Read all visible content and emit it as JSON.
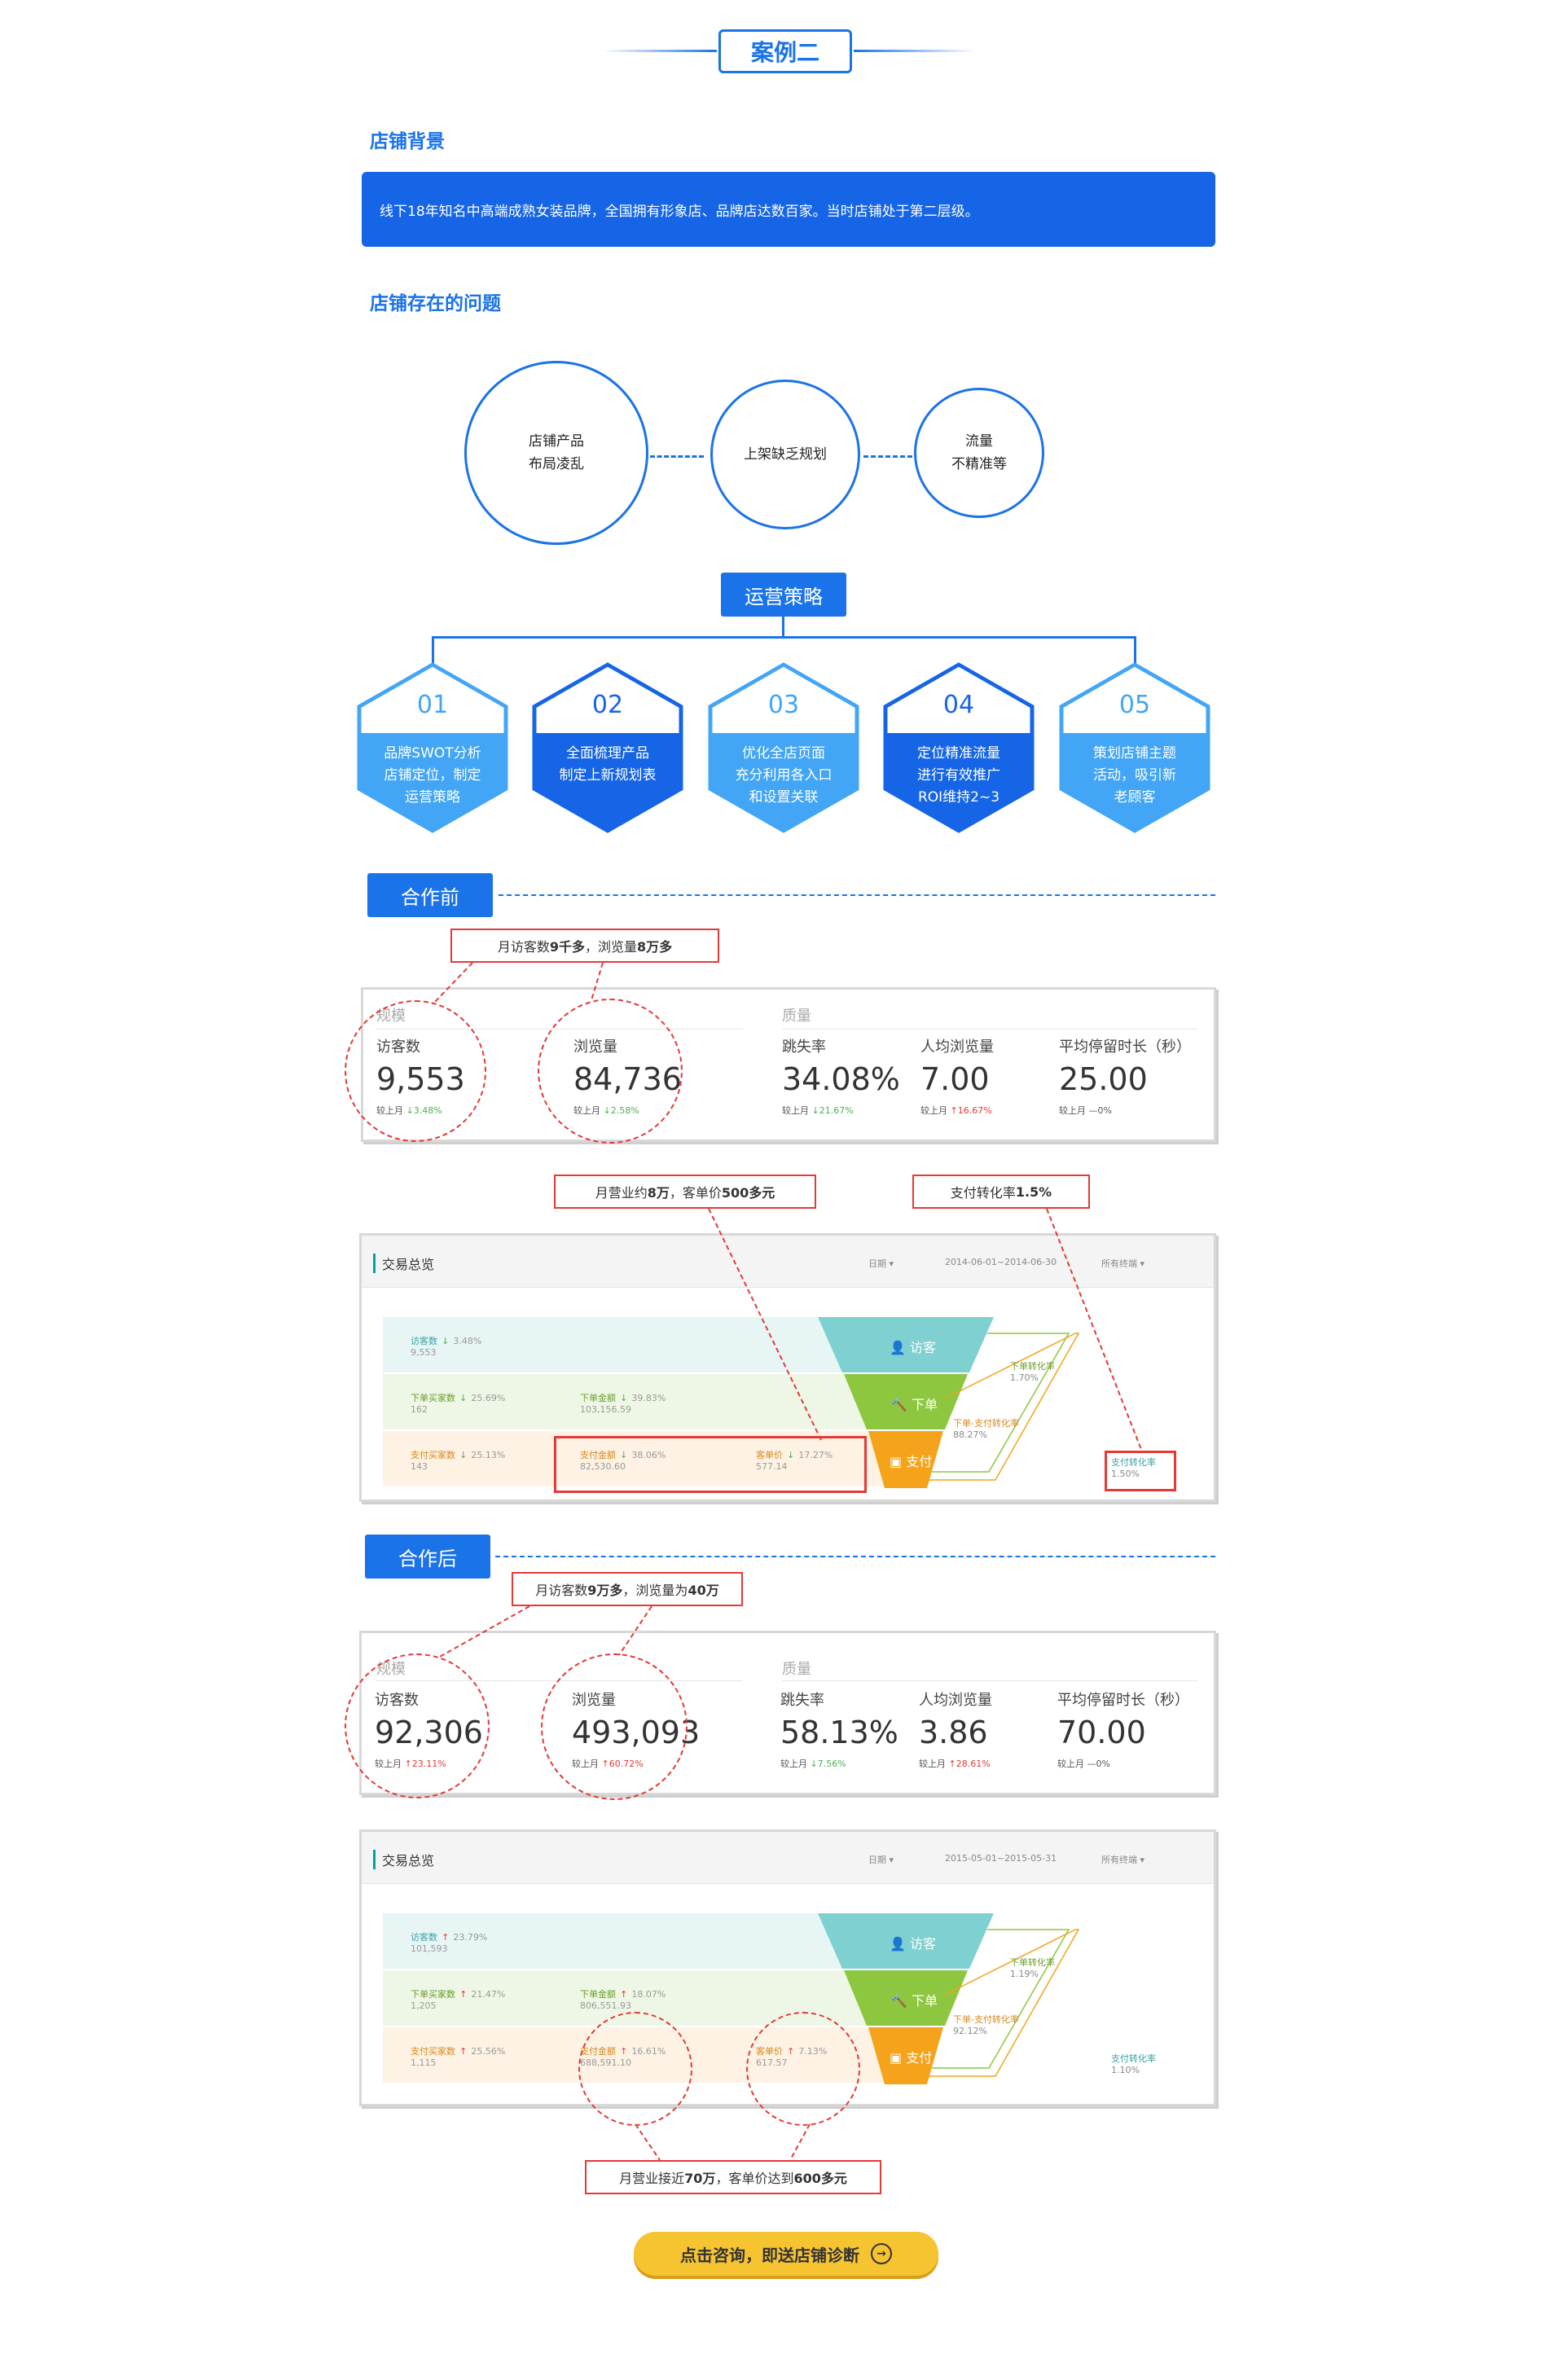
{
  "case": {
    "title": "案例二"
  },
  "background": {
    "heading": "店铺背景",
    "text": "线下18年知名中高端成熟女装品牌，全国拥有形象店、品牌店达数百家。当时店铺处于第二层级。"
  },
  "problems": {
    "heading": "店铺存在的问题",
    "items": [
      {
        "line1": "店铺产品",
        "line2": "布局凌乱"
      },
      {
        "line1": "上架缺乏规划",
        "line2": ""
      },
      {
        "line1": "流量",
        "line2": "不精准等"
      }
    ]
  },
  "strategy": {
    "title": "运营策略",
    "items": [
      {
        "num": "01",
        "l1": "品牌SWOT分析",
        "l2": "店铺定位，制定",
        "l3": "运营策略",
        "style": "light"
      },
      {
        "num": "02",
        "l1": "全面梳理产品",
        "l2": "制定上新规划表",
        "l3": "",
        "style": "dark"
      },
      {
        "num": "03",
        "l1": "优化全店页面",
        "l2": "充分利用各入口",
        "l3": "和设置关联",
        "style": "light"
      },
      {
        "num": "04",
        "l1": "定位精准流量",
        "l2": "进行有效推广",
        "l3": "ROI维持2~3",
        "style": "dark"
      },
      {
        "num": "05",
        "l1": "策划店铺主题",
        "l2": "活动，吸引新",
        "l3": "老顾客",
        "style": "light"
      }
    ],
    "colors": {
      "light": "#42a5f5",
      "dark": "#1565e6"
    }
  },
  "before": {
    "label": "合作前",
    "note1": {
      "pre": "月访客数",
      "b1": "9千多",
      "mid": "，浏览量",
      "b2": "8万多"
    },
    "note2": {
      "pre": "月营业约",
      "b1": "8万",
      "mid": "，客单价",
      "b2": "500多元"
    },
    "note3": {
      "pre": "支付转化率",
      "b1": "1.5%"
    },
    "scale_label": "规模",
    "quality_label": "质量",
    "metrics": [
      {
        "label": "访客数",
        "value": "9,553",
        "cmp": "较上月",
        "arrow": "↓",
        "pct": "3.48%",
        "dir": "down"
      },
      {
        "label": "浏览量",
        "value": "84,736",
        "cmp": "较上月",
        "arrow": "↓",
        "pct": "2.58%",
        "dir": "down"
      },
      {
        "label": "跳失率",
        "value": "34.08%",
        "cmp": "较上月",
        "arrow": "↓",
        "pct": "21.67%",
        "dir": "down"
      },
      {
        "label": "人均浏览量",
        "value": "7.00",
        "cmp": "较上月",
        "arrow": "↑",
        "pct": "16.67%",
        "dir": "up"
      },
      {
        "label": "平均停留时长（秒）",
        "value": "25.00",
        "cmp": "较上月",
        "arrow": "—",
        "pct": "0%",
        "dir": "flat"
      }
    ],
    "trade": {
      "title": "交易总览",
      "date_label": "日期",
      "date_range": "2014-06-01~2014-06-30",
      "terminal": "所有终端",
      "rows": [
        [
          {
            "name": "访客数",
            "arrow": "↓",
            "pct": "3.48%",
            "val": "9,553"
          }
        ],
        [
          {
            "name": "下单买家数",
            "arrow": "↓",
            "pct": "25.69%",
            "val": "162"
          },
          {
            "name": "下单金额",
            "arrow": "↓",
            "pct": "39.83%",
            "val": "103,156.59"
          }
        ],
        [
          {
            "name": "支付买家数",
            "arrow": "↓",
            "pct": "25.13%",
            "val": "143"
          },
          {
            "name": "支付金额",
            "arrow": "↓",
            "pct": "38.06%",
            "val": "82,530.60"
          },
          {
            "name": "客单价",
            "arrow": "↓",
            "pct": "17.27%",
            "val": "577.14"
          }
        ]
      ],
      "funnel": {
        "visit": "访客",
        "order": "下单",
        "pay": "支付"
      },
      "conv": {
        "order_label": "下单转化率",
        "order_val": "1.70%",
        "op_label": "下单-支付转化率",
        "op_val": "88.27%",
        "pay_label": "支付转化率",
        "pay_val": "1.50%"
      }
    }
  },
  "after": {
    "label": "合作后",
    "note1": {
      "pre": "月访客数",
      "b1": "9万多",
      "mid": "，浏览量为",
      "b2": "40万"
    },
    "note2": {
      "pre": "月营业接近",
      "b1": "70万",
      "mid": "，客单价达到",
      "b2": "600多元"
    },
    "scale_label": "规模",
    "quality_label": "质量",
    "metrics": [
      {
        "label": "访客数",
        "value": "92,306",
        "cmp": "较上月",
        "arrow": "↑",
        "pct": "23.11%",
        "dir": "up"
      },
      {
        "label": "浏览量",
        "value": "493,093",
        "cmp": "较上月",
        "arrow": "↑",
        "pct": "60.72%",
        "dir": "up"
      },
      {
        "label": "跳失率",
        "value": "58.13%",
        "cmp": "较上月",
        "arrow": "↓",
        "pct": "7.56%",
        "dir": "down"
      },
      {
        "label": "人均浏览量",
        "value": "3.86",
        "cmp": "较上月",
        "arrow": "↑",
        "pct": "28.61%",
        "dir": "up"
      },
      {
        "label": "平均停留时长（秒）",
        "value": "70.00",
        "cmp": "较上月",
        "arrow": "—",
        "pct": "0%",
        "dir": "flat"
      }
    ],
    "trade": {
      "title": "交易总览",
      "date_label": "日期",
      "date_range": "2015-05-01~2015-05-31",
      "terminal": "所有终端",
      "rows": [
        [
          {
            "name": "访客数",
            "arrow": "↑",
            "pct": "23.79%",
            "val": "101,593"
          }
        ],
        [
          {
            "name": "下单买家数",
            "arrow": "↑",
            "pct": "21.47%",
            "val": "1,205"
          },
          {
            "name": "下单金额",
            "arrow": "↑",
            "pct": "18.07%",
            "val": "806,551.93"
          }
        ],
        [
          {
            "name": "支付买家数",
            "arrow": "↑",
            "pct": "25.56%",
            "val": "1,115"
          },
          {
            "name": "支付金额",
            "arrow": "↑",
            "pct": "16.61%",
            "val": "688,591.10"
          },
          {
            "name": "客单价",
            "arrow": "↑",
            "pct": "7.13%",
            "val": "617.57"
          }
        ]
      ],
      "funnel": {
        "visit": "访客",
        "order": "下单",
        "pay": "支付"
      },
      "conv": {
        "order_label": "下单转化率",
        "order_val": "1.19%",
        "op_label": "下单-支付转化率",
        "op_val": "92.12%",
        "pay_label": "支付转化率",
        "pay_val": "1.10%"
      }
    }
  },
  "cta": {
    "label": "点击咨询，即送店铺诊断",
    "icon": "arrow-right-circle-icon"
  },
  "colors": {
    "brand": "#1a73e8",
    "annotation": "#e53935",
    "funnel_visit": "#7fd0d0",
    "funnel_order": "#8dc63f",
    "funnel_pay": "#f5a31a",
    "cta": "#f6c331"
  }
}
